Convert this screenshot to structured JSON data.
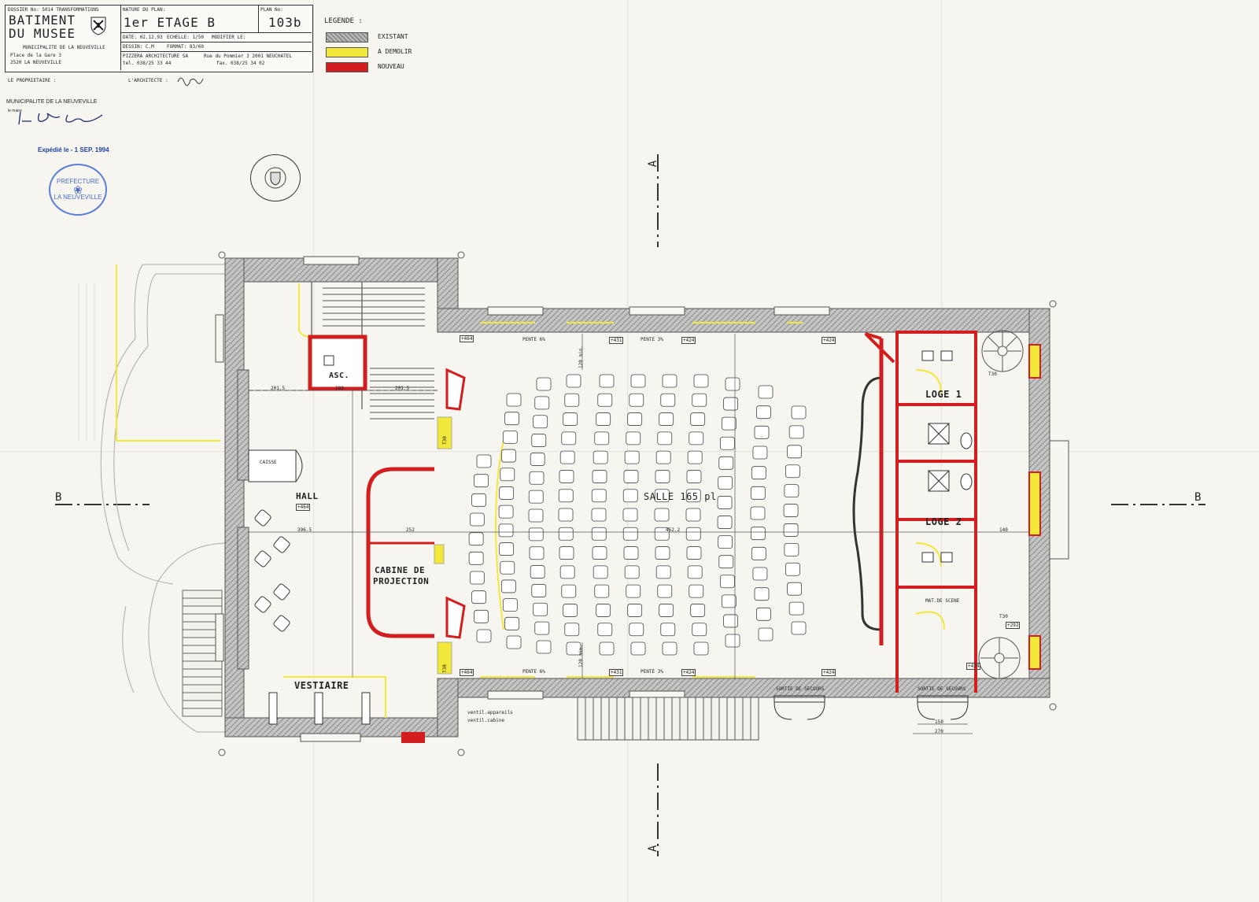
{
  "title_block": {
    "dossier_no": "DOSSIER No: 5014  TRANSFORMATIONS",
    "project_line1": "BATIMENT",
    "project_line2": "DU MUSEE",
    "owner_name": "MUNICIPALITE DE LA NEUVEVILLE",
    "address_line1": "Place de la Gare 3",
    "address_line2": "2520 LA NEUVEVILLE",
    "nature_label": "NATURE DU PLAN:",
    "plan_name": "1er ETAGE B",
    "plan_no_label": "PLAN No:",
    "plan_no": "103b",
    "date": "DATE: 02.12.93",
    "scale": "ECHELLE: 1/50",
    "modified": "MODIFIER LE:",
    "drawing": "DESSIN:    C.M",
    "format": "FORMAT: 83/60",
    "architect_firm": "PIZZERA ARCHITECTURE SA",
    "architect_street": "Rue du Pommier 3  2001 NEUCHATEL",
    "tel": "tel. 038/25 33 44",
    "fax": "fax. 038/25 34 02",
    "owner_label": "LE PROPRIETAIRE :",
    "architect_label": "L'ARCHITECTE :"
  },
  "legend": {
    "title": "LEGENDE :",
    "items": [
      {
        "label": "EXISTANT",
        "color": "#a9a9a9"
      },
      {
        "label": "A DEMOLIR",
        "color": "#f2e83a"
      },
      {
        "label": "NOUVEAU",
        "color": "#d21e1e"
      }
    ]
  },
  "stamps": {
    "municipality": "MUNICIPALITE DE LA NEUVEVILLE",
    "mayor": "le maire",
    "sent": "Expédié le  - 1 SEP. 1994",
    "prefecture_top": "PREFECTURE",
    "prefecture_bottom": "LA NEUVEVILLE"
  },
  "sections": {
    "a": "A",
    "b": "B"
  },
  "rooms": {
    "asc": "ASC.",
    "caisse": "CAISSE",
    "hall": "HALL",
    "salle": "SALLE 165 pl",
    "loge1": "LOGE 1",
    "loge2": "LOGE 2",
    "cabine_line1": "CABINE DE",
    "cabine_line2": "PROJECTION",
    "vestiaire": "VESTIAIRE",
    "mat_scene": "MAT.DE SCENE",
    "sortie1": "SORTIE DE SECOURS",
    "sortie2": "SORTIE DE SECOURS"
  },
  "annotations": {
    "pente6_top": "PENTE 6%",
    "pente3_top": "PENTE 3%",
    "pente6_bot": "PENTE 6%",
    "pente3_bot": "PENTE 3%",
    "lvl_464_top": "+464",
    "lvl_431_top": "+431",
    "lvl_424_top": "+424",
    "lvl_424_tr": "+424",
    "lvl_464_bot": "+464",
    "lvl_431_bot": "+431",
    "lvl_424_bot": "+424",
    "lvl_424_br": "+424",
    "lvl_424_r": "+424",
    "lvl_292": "+292",
    "hall_lvl": "+464",
    "ventil1": "ventil.appareils",
    "ventil2": "ventil.cabine",
    "dim_2015a": "201.5",
    "dim_180": "180",
    "dim_2015b": "201.5",
    "dim_3965": "396.5",
    "dim_252": "252",
    "dim_4522": "452.2",
    "dim_140": "140",
    "dim_150": "150",
    "dim_270": "270",
    "t30": "T30",
    "min120": "120 min."
  }
}
